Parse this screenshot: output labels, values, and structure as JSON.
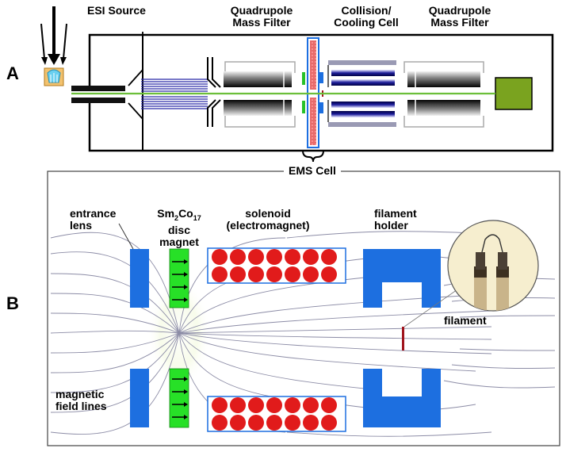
{
  "panel_a": {
    "letter": "A",
    "esi_source": "ESI Source",
    "quad_filter_1": [
      "Quadrupole",
      "Mass Filter"
    ],
    "collision_cell": [
      "Collision/",
      "Cooling Cell"
    ],
    "quad_filter_2": [
      "Quadrupole",
      "Mass Filter"
    ],
    "ems_cell": "EMS Cell"
  },
  "panel_b": {
    "letter": "B",
    "entrance_lens": [
      "entrance",
      "lens"
    ],
    "disc_magnet": {
      "main": "Sm",
      "sub1": "2",
      "mid": "Co",
      "sub2": "17",
      "line2": "disc magnet"
    },
    "solenoid": [
      "solenoid",
      "(electromagnet)"
    ],
    "filament_holder": [
      "filament",
      "holder"
    ],
    "filament": "filament",
    "field_lines": [
      "magnetic",
      "field lines"
    ]
  },
  "colors": {
    "lens_blue": "#1d6fe0",
    "magnet_green": "#27e027",
    "coil_red": "#e11b1b",
    "field_line": "#8c8ca6",
    "detector_green": "#7aa31f",
    "filament_red": "#a0141c"
  }
}
